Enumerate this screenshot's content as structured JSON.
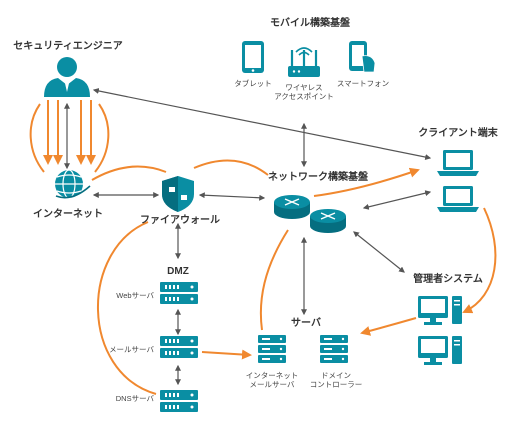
{
  "colors": {
    "teal": "#0a8ea3",
    "dark_teal": "#056e80",
    "orange": "#f0882f",
    "gray": "#555555",
    "text": "#333333"
  },
  "labels": {
    "mobile_platform": "モバイル構築基盤",
    "tablet": "タブレット",
    "wireless_ap": "ワイヤレス\nアクセスポイント",
    "smartphone": "スマートフォン",
    "security_engineer": "セキュリティエンジニア",
    "client_terminal": "クライアント端末",
    "internet": "インターネット",
    "firewall": "ファイアウォール",
    "network_platform": "ネットワーク構築基盤",
    "dmz": "DMZ",
    "web_server": "Webサーバ",
    "mail_server": "メールサーバ",
    "dns_server": "DNSサーバ",
    "admin_system": "管理者システム",
    "server": "サーバ",
    "internet_mail_server": "インターネット\nメールサーバ",
    "domain_controller": "ドメイン\nコントローラー"
  },
  "icons": [
    "tablet-icon",
    "wireless-access-point-icon",
    "smartphone-icon",
    "engineer-icon",
    "globe-icon",
    "firewall-shield-icon",
    "router-icon",
    "laptop-icon",
    "server-rack-icon",
    "desktop-computer-icon",
    "server-icon"
  ]
}
